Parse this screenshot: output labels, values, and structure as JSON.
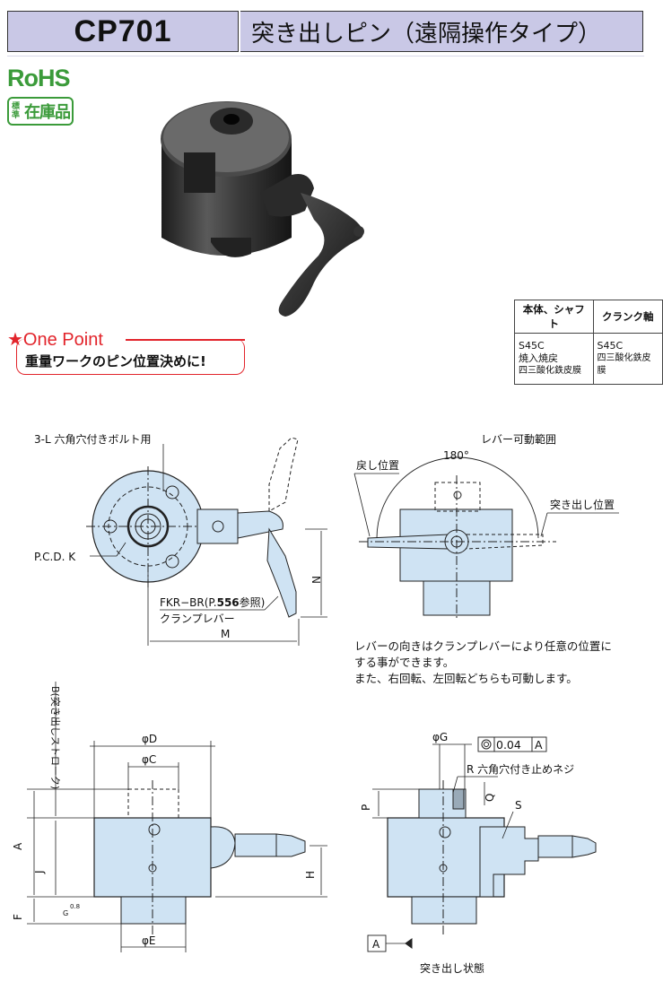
{
  "header": {
    "code": "CP701",
    "title": "突き出しピン（遠隔操作タイプ）"
  },
  "badges": {
    "rohs": "RoHS",
    "stock_small": "標準",
    "stock_big": "在庫品"
  },
  "one_point": {
    "title": "★One Point",
    "text": "重量ワークのピン位置決めに!"
  },
  "material_table": {
    "headers": [
      "本体、シャフト",
      "クランク軸"
    ],
    "body_shaft": [
      "S45C",
      "焼入焼戻",
      "四三酸化鉄皮膜"
    ],
    "crank_shaft": [
      "S45C",
      "四三酸化鉄皮膜"
    ]
  },
  "top_view": {
    "bolt_label": "3-L 六角穴付きボルト用",
    "pcd_label": "P.C.D. K",
    "lever_ref_pre": "FKR−BR(P.",
    "lever_ref_page": "556",
    "lever_ref_post": "参照)",
    "lever_name": "クランプレバー",
    "dim_m": "M",
    "dim_n": "N"
  },
  "side_lever_view": {
    "range_label": "レバー可動範囲",
    "angle": "180°",
    "return_pos": "戻し位置",
    "extend_pos": "突き出し位置"
  },
  "note": [
    "レバーの向きはクランプレバーにより任意の位置に",
    "する事ができます。",
    "また、右回転、左回転どちらも可動します。"
  ],
  "front_view": {
    "phi_d": "φD",
    "phi_c": "φC",
    "phi_e": "φE",
    "stroke": "B(突き出しストローク)",
    "a": "A",
    "j": "J",
    "f": "F",
    "h": "H",
    "finish": "0.8",
    "g": "G"
  },
  "section_view": {
    "phi_g": "φG",
    "tolerance": "0.04",
    "datum": "A",
    "setscrew": "R 六角穴付き止めネジ",
    "p": "P",
    "q": "Q",
    "s": "S",
    "datum_box": "A",
    "caption": "突き出し状態"
  }
}
